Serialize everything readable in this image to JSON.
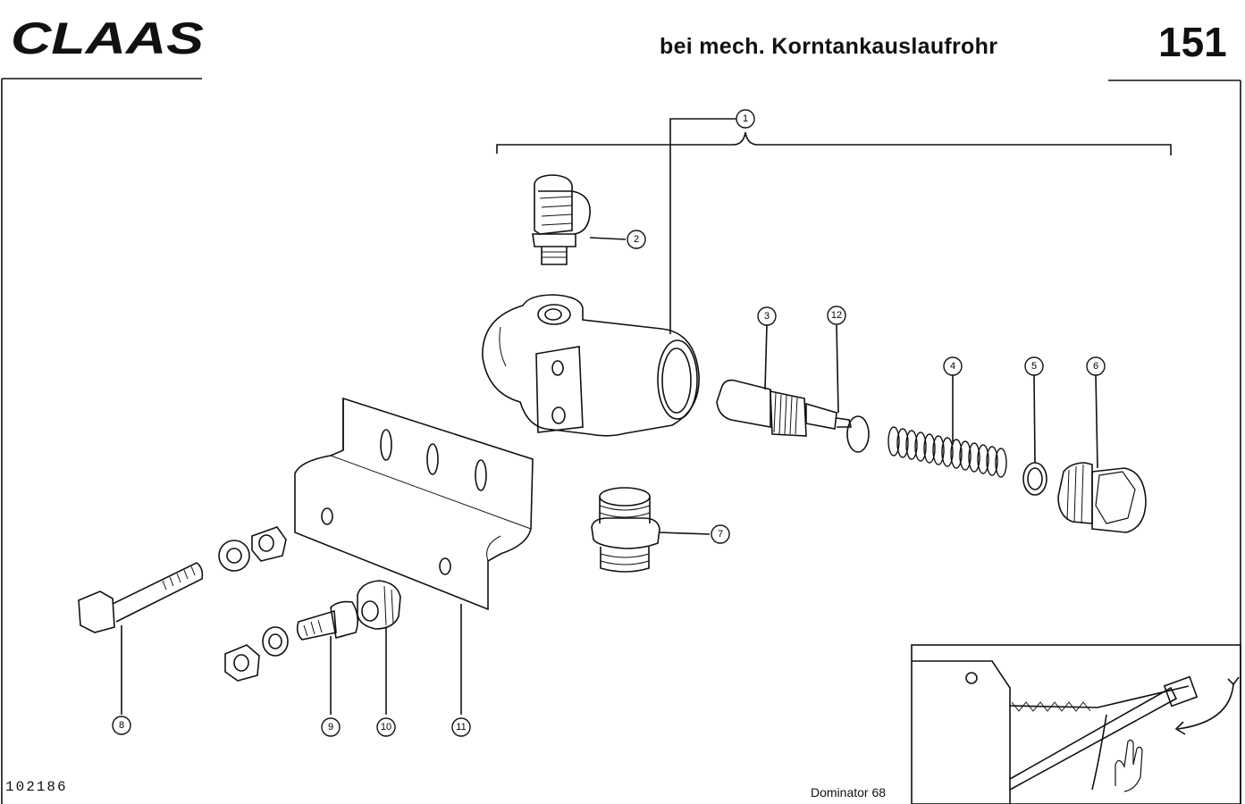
{
  "header": {
    "brand": "CLAAS",
    "title": "bei mech. Korntankauslaufrohr",
    "page_number": "151"
  },
  "footer": {
    "document_number": "102186",
    "model": "Dominator 68"
  },
  "callouts": [
    "1",
    "2",
    "3",
    "4",
    "5",
    "6",
    "7",
    "8",
    "9",
    "10",
    "11",
    "12"
  ],
  "colors": {
    "ink": "#111111",
    "paper": "#ffffff"
  }
}
